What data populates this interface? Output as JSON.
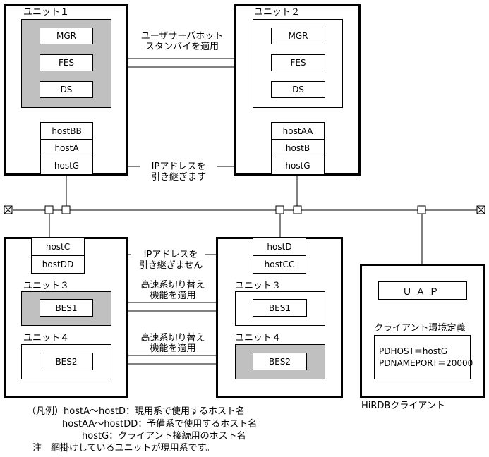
{
  "unit1": {
    "title": "ユニット１",
    "servers": [
      "MGR",
      "FES",
      "DS"
    ],
    "hosts": [
      "hostBB",
      "hostA",
      "hostG"
    ]
  },
  "unit2": {
    "title": "ユニット２",
    "servers": [
      "MGR",
      "FES",
      "DS"
    ],
    "hosts": [
      "hostAA",
      "hostB",
      "hostG"
    ]
  },
  "standby_label": [
    "ユーザサーバホット",
    "スタンバイを適用"
  ],
  "ip_label_top": [
    "IPアドレスを",
    "引き継ぎます"
  ],
  "left_bottom": {
    "hosts": [
      "hostC",
      "hostDD"
    ],
    "unit3_title": "ユニット３",
    "unit3_server": "BES1",
    "unit4_title": "ユニット４",
    "unit4_server": "BES2"
  },
  "right_bottom": {
    "hosts": [
      "hostD",
      "hostCC"
    ],
    "unit3_title": "ユニット３",
    "unit3_server": "BES1",
    "unit4_title": "ユニット４",
    "unit4_server": "BES2"
  },
  "ip_label_bottom": [
    "IPアドレスを",
    "引き継ぎません"
  ],
  "fast_label_1": [
    "高速系切り替え",
    "機能を適用"
  ],
  "fast_label_2": [
    "高速系切り替え",
    "機能を適用"
  ],
  "client": {
    "uap": "ＵＡＰ",
    "env_title": "クライアント環境定義",
    "env_lines": [
      "PDHOST＝hostG",
      "PDNAMEPORT＝20000"
    ],
    "caption": "HiRDBクライアント"
  },
  "legend": {
    "lines": [
      "（凡例）hostA～hostD：現用系で使用するホスト名",
      "hostAA～hostDD：予備系で使用するホスト名",
      "hostG：クライアント接続用のホスト名",
      "注　網掛けしているユニットが現用系です。"
    ]
  }
}
